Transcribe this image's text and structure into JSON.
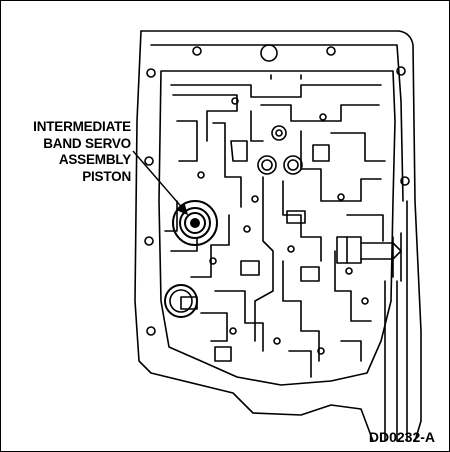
{
  "figure": {
    "callout_lines": [
      "INTERMEDIATE",
      "BAND SERVO",
      "ASSEMBLY",
      "PISTON"
    ],
    "figure_id": "DD0232-A"
  },
  "colors": {
    "ink": "#000000",
    "paper": "#ffffff"
  }
}
